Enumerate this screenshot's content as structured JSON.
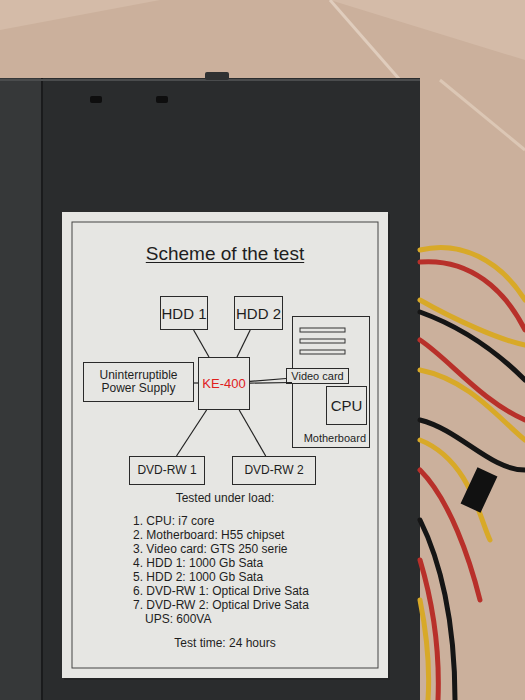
{
  "diagram": {
    "title": "Scheme of the test",
    "nodes": [
      {
        "text": [
          "HDD 1"
        ]
      },
      {
        "text": [
          "HDD 2"
        ]
      },
      {
        "text": [
          "Motherboard"
        ]
      },
      {
        "text": [
          "Video card"
        ],
        "in": 2
      },
      {
        "text": [
          "CPU"
        ],
        "in": 2
      },
      {
        "text": [
          "Uninterruptible Power Supply"
        ]
      },
      {
        "text": [
          "KE-400"
        ]
      },
      {
        "text": [
          "DVD-RW 1"
        ]
      },
      {
        "text": [
          "DVD-RW 2"
        ]
      }
    ],
    "edges": [
      {
        "from": 6,
        "to": 0,
        "arrow": "none"
      },
      {
        "from": 6,
        "to": 1,
        "arrow": "none"
      },
      {
        "from": 6,
        "to": 5,
        "arrow": "none"
      },
      {
        "from": 6,
        "to": 3,
        "arrow": "none"
      },
      {
        "from": 6,
        "to": 2,
        "arrow": "none"
      },
      {
        "from": 6,
        "to": 7,
        "arrow": "none"
      },
      {
        "from": 6,
        "to": 8,
        "arrow": "none"
      }
    ],
    "labels": [
      "Tested under load:",
      "1. CPU: i7 core",
      "2. Motherboard: H55 chipset",
      "3. Video card: GTS 250 serie",
      "4. HDD 1: 1000 Gb Sata",
      "5. HDD 2: 1000 Gb Sata",
      "6. DVD-RW 1: Optical Drive Sata",
      "7. DVD-RW 2: Optical Drive Sata",
      "UPS: 600VA",
      "Test time: 24 hours"
    ]
  }
}
